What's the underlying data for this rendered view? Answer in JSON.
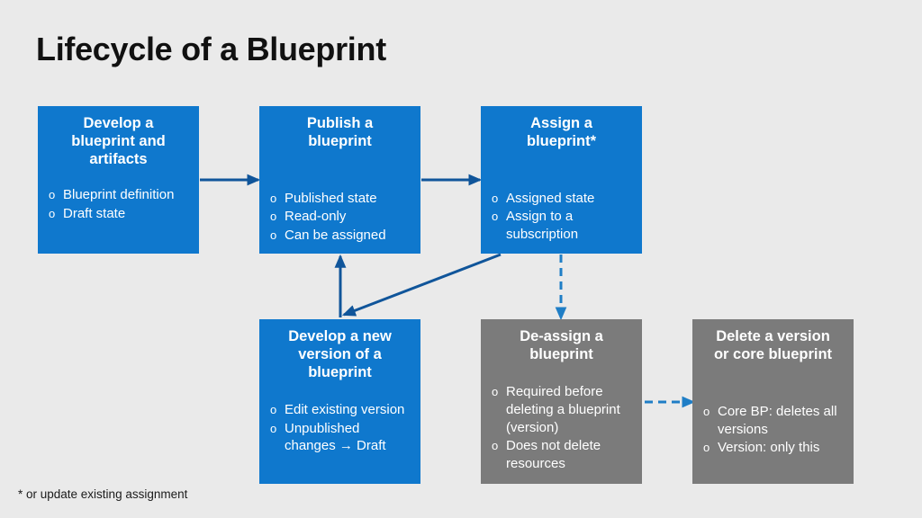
{
  "slide": {
    "title": "Lifecycle of a Blueprint",
    "background_color": "#eaeaea",
    "footnote": "* or update existing assignment"
  },
  "colors": {
    "blue_box": "#0f78cd",
    "gray_box": "#7b7b7b",
    "solid_connector": "#10559a",
    "dashed_connector": "#1f7ec6",
    "title_text": "#111111",
    "box_text": "#ffffff"
  },
  "nodes": [
    {
      "id": "develop-blueprint-and-artifacts",
      "title": "Develop a\nblueprint and\nartifacts",
      "style": "blue",
      "items": [
        "Blueprint definition",
        "Draft state"
      ],
      "bullet": "o"
    },
    {
      "id": "publish-a-blueprint",
      "title": "Publish a\nblueprint",
      "style": "blue",
      "items": [
        "Published state",
        "Read-only",
        "Can be assigned"
      ],
      "bullet": "o"
    },
    {
      "id": "assign-a-blueprint",
      "title": "Assign a\nblueprint*",
      "style": "blue",
      "items": [
        "Assigned state",
        "Assign to a subscription"
      ],
      "bullet": "o"
    },
    {
      "id": "develop-a-new-version",
      "title": "Develop a new\nversion of a\nblueprint",
      "style": "blue",
      "items": [
        "Edit existing version",
        "Unpublished changes → Draft"
      ],
      "bullet": "o"
    },
    {
      "id": "de-assign-a-blueprint",
      "title": "De-assign a\nblueprint",
      "style": "gray",
      "items": [
        "Required before deleting a blueprint (version)",
        "Does not delete resources"
      ],
      "bullet": "o"
    },
    {
      "id": "delete-a-version-or-core-blueprint",
      "title": "Delete a version\nor core blueprint",
      "style": "gray",
      "items": [
        "Core BP: deletes all versions",
        "Version: only this"
      ],
      "bullet": "o"
    }
  ],
  "connectors": [
    {
      "id": "develop-to-publish",
      "style": "solid",
      "direction": "right"
    },
    {
      "id": "publish-to-assign",
      "style": "solid",
      "direction": "right"
    },
    {
      "id": "newversion-to-publish",
      "style": "solid",
      "direction": "up"
    },
    {
      "id": "assign-to-newversion",
      "style": "solid",
      "direction": "down-left"
    },
    {
      "id": "assign-to-deassign",
      "style": "dashed",
      "direction": "down"
    },
    {
      "id": "deassign-to-delete",
      "style": "dashed",
      "direction": "right"
    }
  ]
}
